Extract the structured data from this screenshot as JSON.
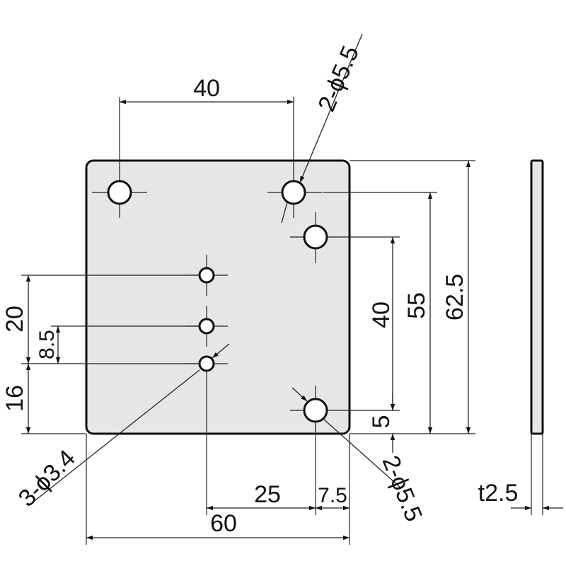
{
  "drawing": {
    "dims": {
      "top_spacing": "40",
      "hole_large_top": "2-ϕ5.5",
      "hole_large_bottom": "2-ϕ5.5",
      "hole_small": "3-ϕ3.4",
      "right_40": "40",
      "right_55": "55",
      "right_62_5": "62.5",
      "right_5": "5",
      "left_20": "20",
      "left_8_5": "8.5",
      "left_16": "16",
      "bottom_25": "25",
      "bottom_7_5": "7.5",
      "bottom_60": "60",
      "thickness": "t2.5"
    },
    "colors": {
      "plate_fill": "#e6e6e6",
      "outline": "#111111"
    }
  }
}
